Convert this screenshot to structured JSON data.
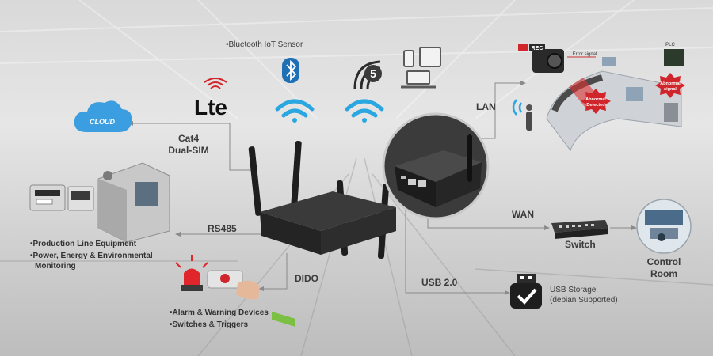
{
  "labels": {
    "bluetooth": "Bluetooth IoT Sensor",
    "lte_logo": "Lte",
    "five_g": "5",
    "cloud": "CLOUD",
    "cat4_line1": "Cat4",
    "cat4_line2": "Dual-SIM",
    "lan": "LAN",
    "wan": "WAN",
    "switch": "Switch",
    "control_room_line1": "Control",
    "control_room_line2": "Room",
    "rs485": "RS485",
    "dido": "DIDO",
    "usb": "USB 2.0",
    "usb_storage_line1": "USB Storage",
    "usb_storage_line2": "(debian Supported)",
    "rec": "REC",
    "plc": "PLC",
    "error_signal": "Error signal",
    "abnormal_detected_1": "Abnormal",
    "abnormal_detected_2": "Detected",
    "abnormal_signal_1": "Abnormal",
    "abnormal_signal_2": "signal"
  },
  "lists": {
    "production": [
      "Production Line Equipment",
      "Power, Energy & Environmental",
      "Monitoring"
    ],
    "alarm": [
      "Alarm & Warning Devices",
      "Switches & Triggers"
    ]
  },
  "colors": {
    "bluetooth": "#1f6fb5",
    "wifi": "#2aa6e0",
    "cloud": "#3a9ee0",
    "lte_red": "#d0262b",
    "router": "#2b2b2b",
    "connector_green": "#7bc043",
    "alarm_red": "#e0252b"
  }
}
